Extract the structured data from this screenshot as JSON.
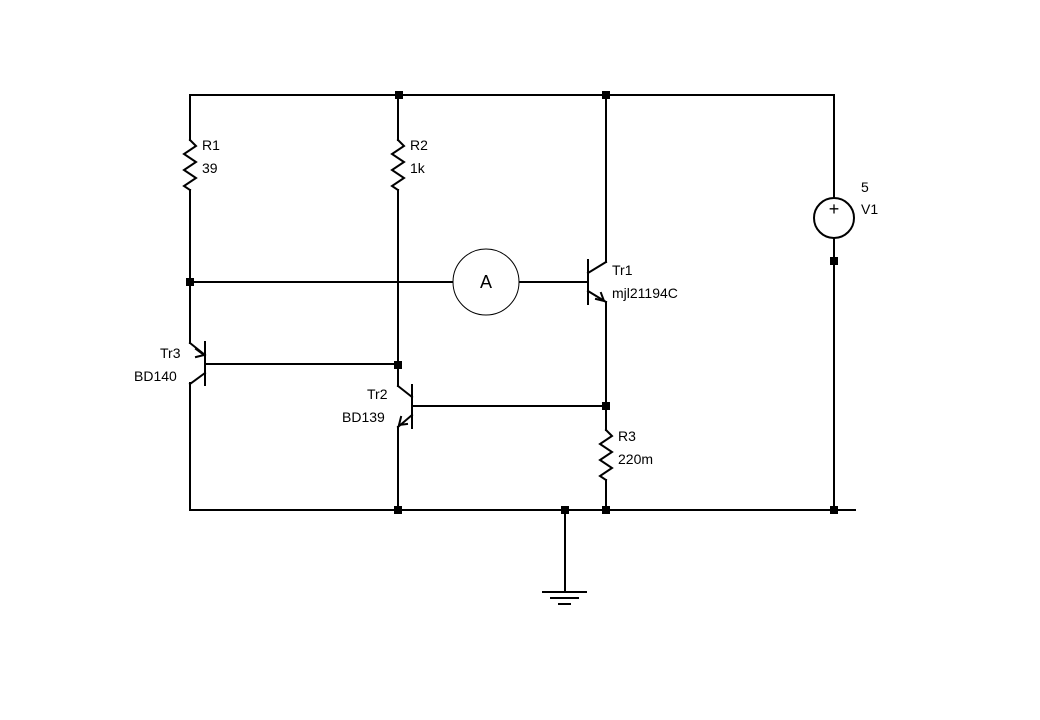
{
  "components": {
    "r1": {
      "name": "R1",
      "value": "39"
    },
    "r2": {
      "name": "R2",
      "value": "1k"
    },
    "r3": {
      "name": "R3",
      "value": "220m"
    },
    "tr1": {
      "name": "Tr1",
      "model": "mjl21194C"
    },
    "tr2": {
      "name": "Tr2",
      "model": "BD139"
    },
    "tr3": {
      "name": "Tr3",
      "model": "BD140"
    },
    "v1": {
      "name": "V1",
      "value": "5",
      "sign": "+"
    },
    "ammeter": {
      "symbol": "A"
    }
  }
}
